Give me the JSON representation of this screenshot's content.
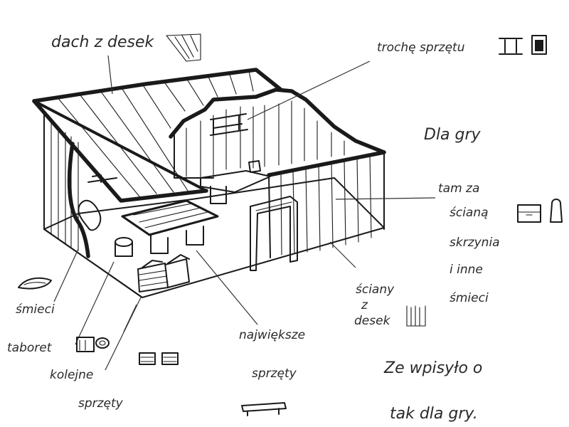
{
  "labels": {
    "roof": "dach z desek",
    "shelf_items": "trochę sprzętu",
    "side_note": "Dla gry",
    "behind_walls_1": "tam za",
    "behind_walls_2": "ścianą",
    "behind_walls_3": "skrzynia",
    "behind_walls_4": "i inne",
    "behind_walls_5": "śmieci",
    "walls_1": "ściany",
    "walls_2": "z",
    "walls_3": "desek",
    "largest_1": "największe",
    "largest_2": "sprzęty",
    "trash": "śmieci",
    "stool": "taboret",
    "other_1": "kolejne",
    "other_2": "sprzęty",
    "note_1": "Ze wpisyło o",
    "note_2": "tak dla gry."
  }
}
